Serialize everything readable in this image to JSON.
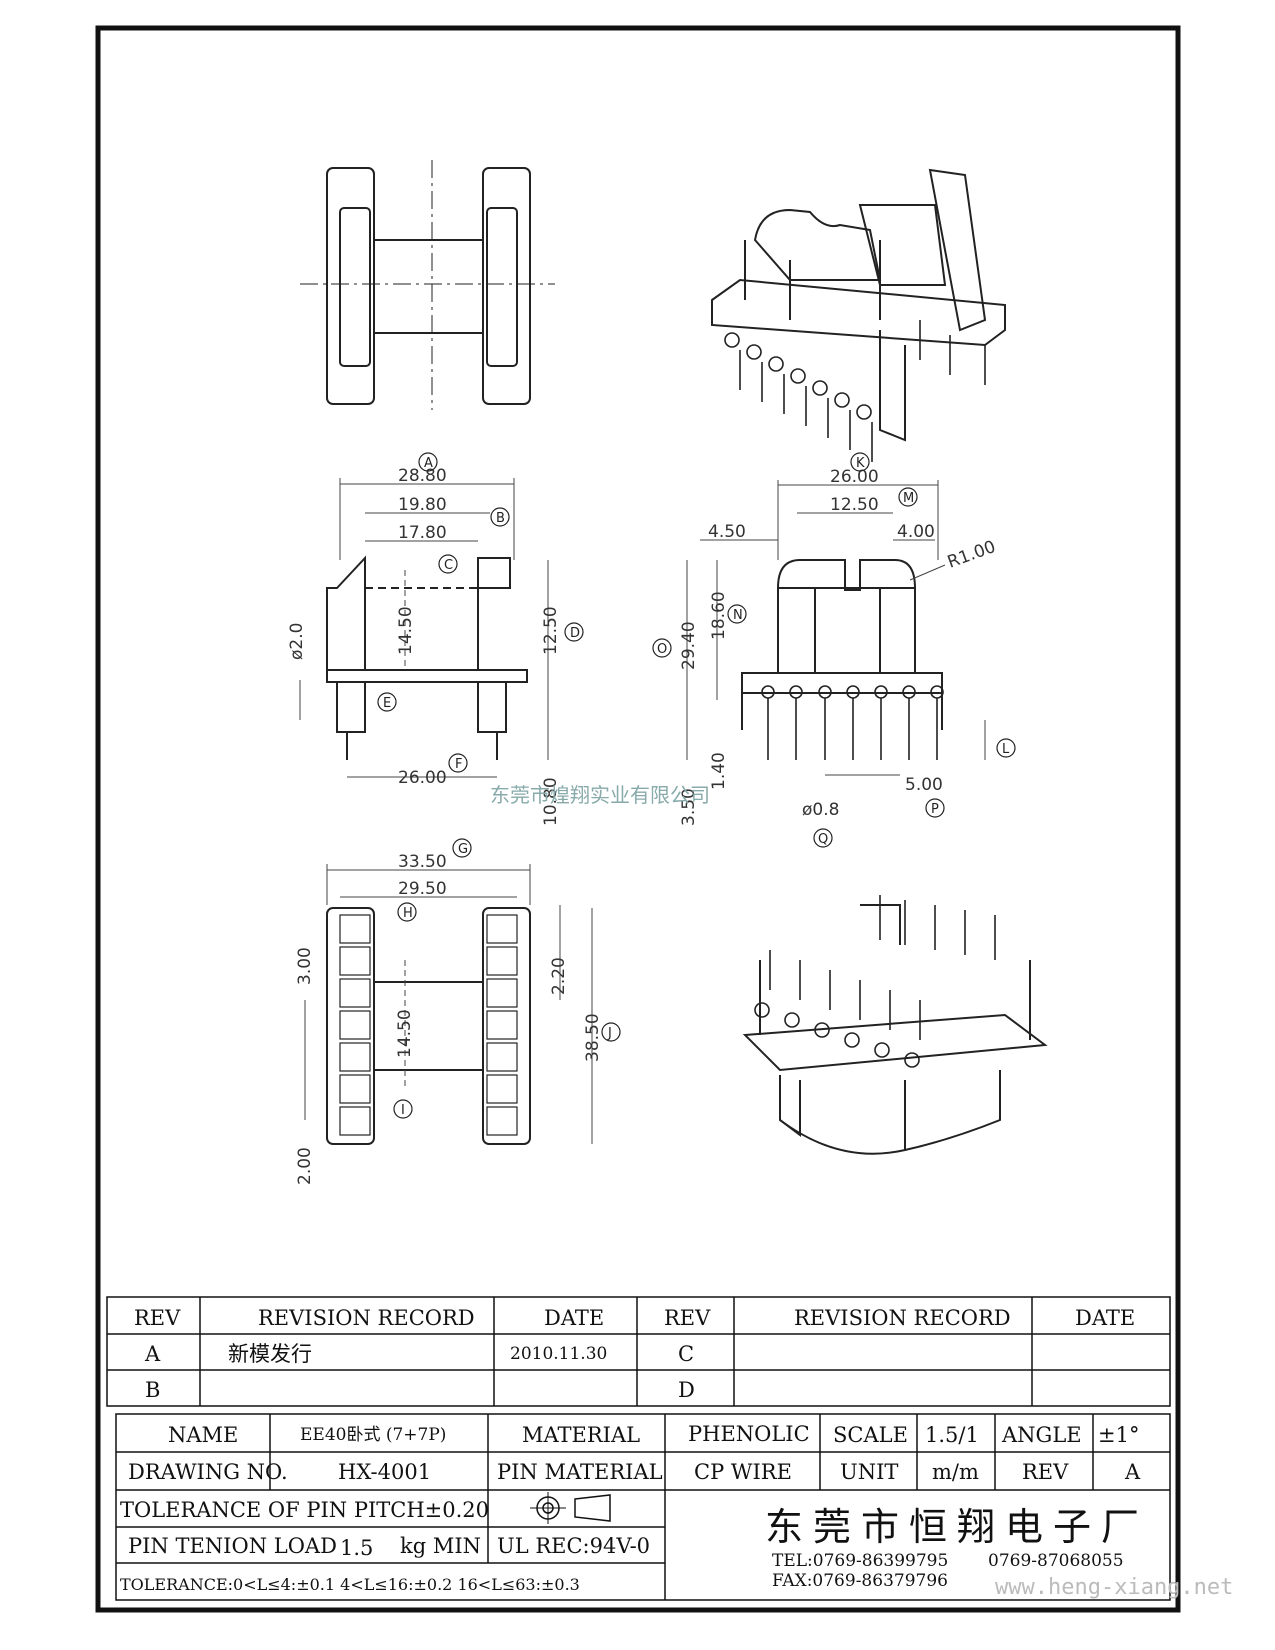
{
  "drawing": {
    "dims_a": {
      "width_28_80": "28.80",
      "width_19_80": "19.80",
      "width_17_80": "17.80",
      "height_14_50": "14.50",
      "height_12_50": "12.50",
      "dia_2_0": "ø2.0",
      "width_26_00": "26.00",
      "height_10_80": "10.80",
      "height_3_50": "3.50",
      "height_1_40": "1.40"
    },
    "dims_b": {
      "width_26_00": "26.00",
      "width_12_50": "12.50",
      "left_4_50": "4.50",
      "right_4_00": "4.00",
      "radius": "R1.00",
      "height_29_40": "29.40",
      "height_18_60": "18.60",
      "pin_pitch": "5.00",
      "pin_dia": "ø0.8"
    },
    "dims_c": {
      "width_33_50": "33.50",
      "width_29_50": "29.50",
      "height_3_00": "3.00",
      "height_14_50": "14.50",
      "height_2_20": "2.20",
      "height_38_50": "38.50",
      "height_2_00": "2.00"
    },
    "callouts": [
      "A",
      "B",
      "C",
      "D",
      "E",
      "F",
      "G",
      "H",
      "I",
      "J",
      "K",
      "L",
      "M",
      "N",
      "O",
      "P",
      "Q"
    ],
    "watermark": "东莞市煌翔实业有限公司"
  },
  "revision_table": {
    "headers": [
      "REV",
      "REVISION RECORD",
      "DATE",
      "REV",
      "REVISION RECORD",
      "DATE"
    ],
    "rows": [
      {
        "rev": "A",
        "record": "新模发行",
        "date": "2010.11.30",
        "rev2": "C",
        "record2": "",
        "date2": ""
      },
      {
        "rev": "B",
        "record": "",
        "date": "",
        "rev2": "D",
        "record2": "",
        "date2": ""
      }
    ]
  },
  "title_block": {
    "name_label": "NAME",
    "name_value": "EE40卧式 (7+7P)",
    "material_label": "MATERIAL",
    "material_value": "PHENOLIC",
    "scale_label": "SCALE",
    "scale_value": "1.5/1",
    "angle_label": "ANGLE",
    "angle_value": "±1°",
    "drawing_no_label": "DRAWING NO.",
    "drawing_no_value": "HX-4001",
    "pin_material_label": "PIN MATERIAL",
    "pin_material_value": "CP WIRE",
    "unit_label": "UNIT",
    "unit_value": "m/m",
    "rev_label": "REV",
    "rev_value": "A",
    "tolerance_pitch": "TOLERANCE OF PIN PITCH±0.20",
    "pin_tenion_label": "PIN TENION LOAD",
    "pin_tenion_value": "1.5",
    "pin_tenion_unit": "kg MIN",
    "ul_rec": "UL REC:94V-0",
    "tolerance_general": "TOLERANCE:0<L≤4:±0.1  4<L≤16:±0.2  16<L≤63:±0.3",
    "company": "东莞市恒翔电子厂",
    "tel": "TEL:0769-86399795",
    "tel2": "0769-87068055",
    "fax": "FAX:0769-86379796",
    "website": "www.heng-xiang.net"
  }
}
